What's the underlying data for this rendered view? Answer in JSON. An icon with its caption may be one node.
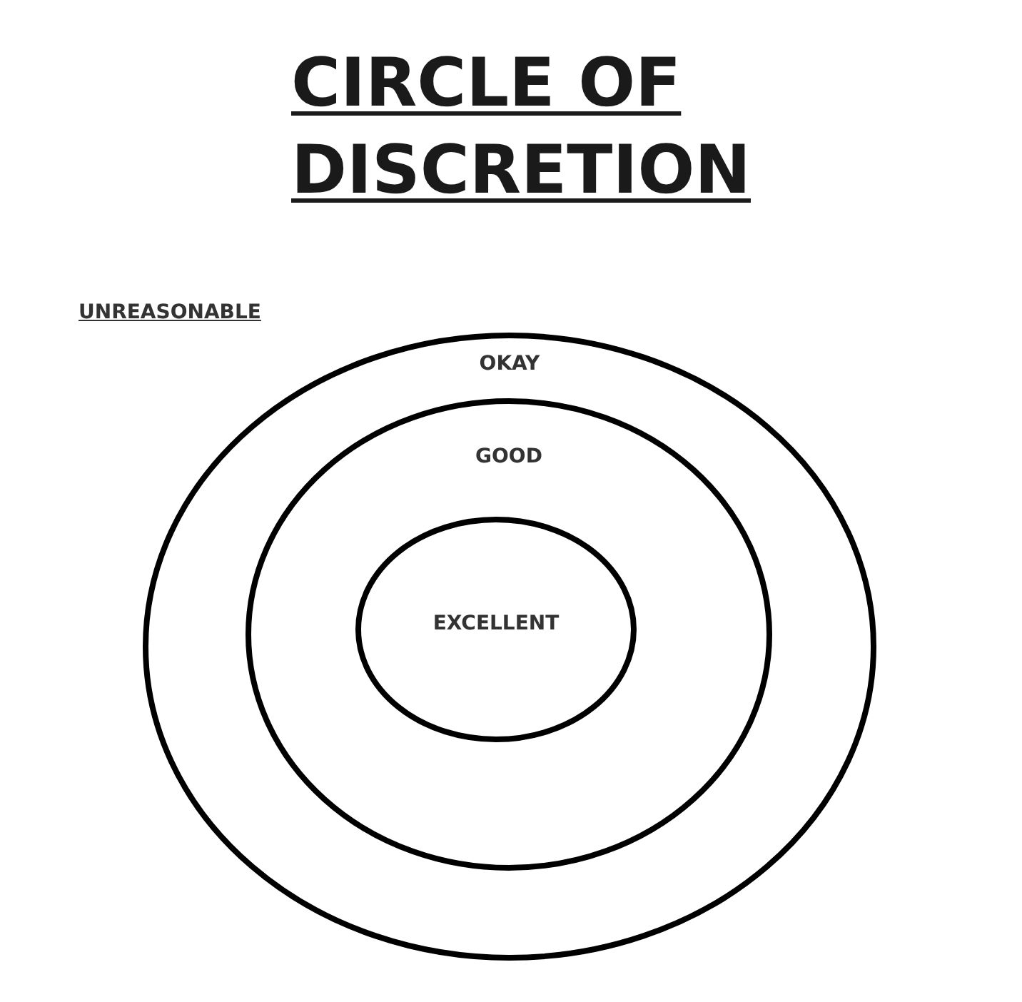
{
  "diagram": {
    "title": "CIRCLE OF DISCRETION",
    "nodes": [
      {
        "text": [
          "OKAY"
        ]
      },
      {
        "text": [
          "GOOD"
        ],
        "in": 0
      },
      {
        "text": [
          "EXCELLENT"
        ],
        "in": 1
      }
    ],
    "labels": [
      "UNREASONABLE"
    ]
  }
}
